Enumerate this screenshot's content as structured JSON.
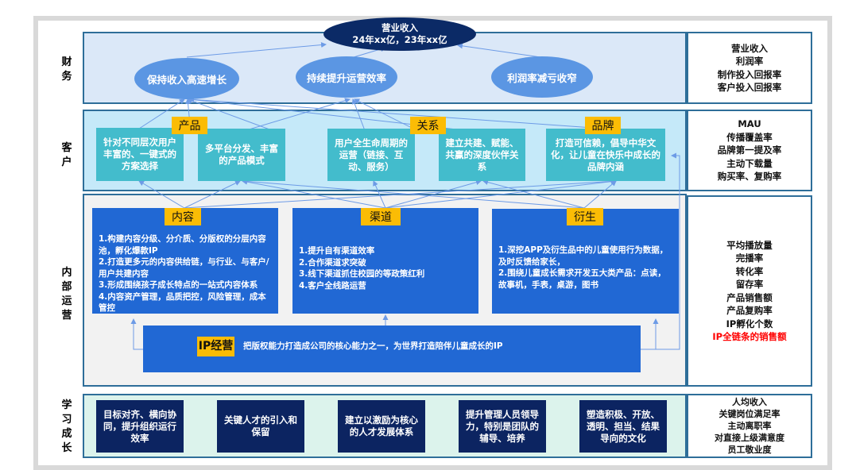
{
  "colors": {
    "finance_band": "#dbe8f8",
    "customer_band": "#c5e9f9",
    "internal_band": "#f2f2f2",
    "learning_band": "#dcf3ec",
    "band_border": "#2e6e99",
    "ellipse": "#5b96e3",
    "top_ellipse": "#0b2a66",
    "teal_box": "#43bccc",
    "tag": "#fbbc05",
    "blue_box": "#2168d4",
    "navy_box": "#0c2461",
    "arrow": "#6d9be6",
    "highlight_metric": "#ff0000"
  },
  "rows": {
    "finance": "财务",
    "customer": "客户",
    "internal": "内部运营",
    "learning": "学习成长"
  },
  "finance": {
    "top_goal": {
      "title": "营业收入",
      "value": "24年xx亿，23年xx亿"
    },
    "goals": [
      "保持收入高速增长",
      "持续提升运营效率",
      "利润率减亏收窄"
    ],
    "metrics": [
      "营业收入",
      "利润率",
      "制作投入回报率",
      "客户投入回报率"
    ]
  },
  "customer": {
    "tags": [
      "产品",
      "关系",
      "品牌"
    ],
    "boxes": [
      "针对不同层次用户丰富的、一键式的方案选择",
      "多平台分发、丰富的产品模式",
      "用户全生命周期的运营（链接、互动、服务）",
      "建立共建、赋能、共赢的深度伙伴关系",
      "打造可信赖，倡导中华文化，让儿童在快乐中成长的品牌内涵"
    ],
    "metrics": [
      "MAU",
      "传播覆盖率",
      "品牌第一提及率",
      "主动下载量",
      "购买率、复购率"
    ]
  },
  "internal": {
    "blocks": [
      {
        "tag": "内容",
        "items": [
          "1.构建内容分级、分介质、分版权的分层内容池，孵化爆款IP",
          "2.打造更多元的内容供给链，与行业、与客户/用户共建内容",
          "3.形成围绕孩子成长特点的一站式内容体系",
          "4.内容资产管理，品质把控，风险管理，成本管控"
        ]
      },
      {
        "tag": "渠道",
        "items": [
          "1.提升自有渠道效率",
          "2.合作渠道求突破",
          "3.线下渠道抓住校园的等政策红利",
          "4.客户全线路运营"
        ]
      },
      {
        "tag": "衍生",
        "items": [
          "1.深挖APP及衍生品中的儿童使用行为数据，及时反馈给家长，",
          "2.围绕儿童成长需求开发五大类产品：点读，故事机，手表，桌游，图书"
        ]
      }
    ],
    "ip": {
      "tag": "IP经营",
      "text": "把版权能力打造成公司的核心能力之一，为世界打造陪伴儿童成长的IP"
    },
    "metrics": [
      "平均播放量",
      "完播率",
      "转化率",
      "留存率",
      "产品销售额",
      "产品复购率",
      "IP孵化个数"
    ],
    "highlight_metric": "IP全链条的销售额"
  },
  "learning": {
    "boxes": [
      "目标对齐、横向协同，提升组织运行效率",
      "关键人才的引入和保留",
      "建立以激励为核心的人才发展体系",
      "提升管理人员领导力，特别是团队的辅导、培养",
      "塑造积极、开放、透明、担当、结果导向的文化"
    ],
    "metrics": [
      "人均收入",
      "关键岗位满足率",
      "主动离职率",
      "对直接上级满意度",
      "员工敬业度"
    ]
  }
}
